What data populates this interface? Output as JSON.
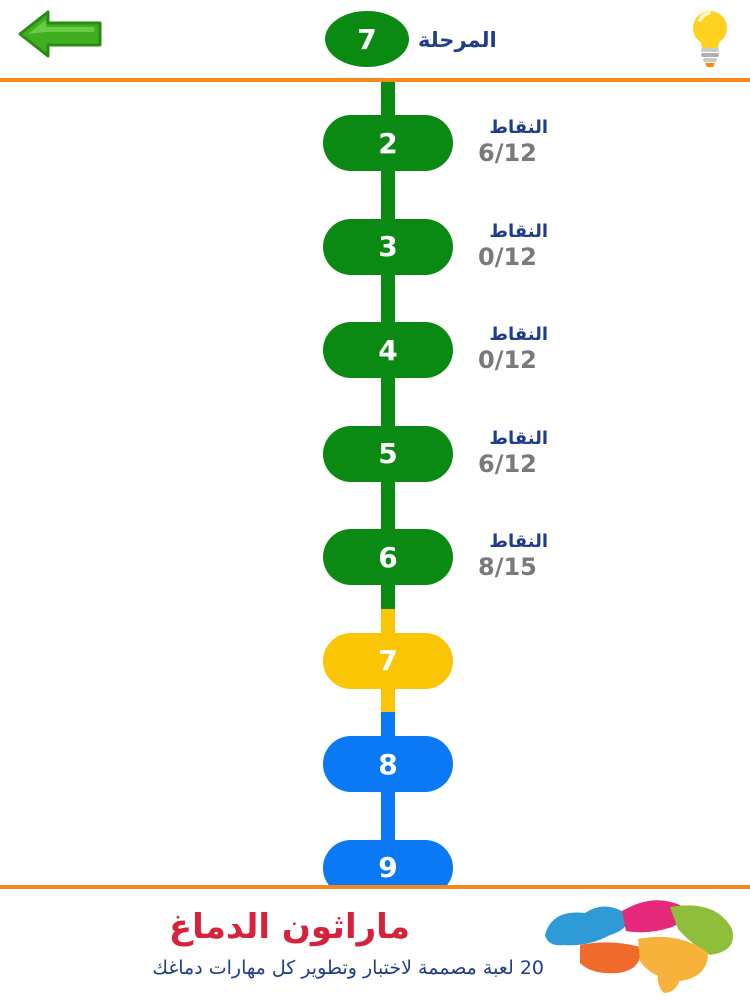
{
  "header": {
    "stage_label": "المرحلة",
    "stage_number": "7",
    "back_icon": "back-arrow-icon",
    "hint_icon": "lightbulb-icon"
  },
  "levels": [
    {
      "number": "2",
      "state": "done",
      "points_label": "النقاط",
      "points": "6/12"
    },
    {
      "number": "3",
      "state": "done",
      "points_label": "النقاط",
      "points": "0/12"
    },
    {
      "number": "4",
      "state": "done",
      "points_label": "النقاط",
      "points": "0/12"
    },
    {
      "number": "5",
      "state": "done",
      "points_label": "النقاط",
      "points": "6/12"
    },
    {
      "number": "6",
      "state": "done",
      "points_label": "النقاط",
      "points": "8/15"
    },
    {
      "number": "7",
      "state": "current"
    },
    {
      "number": "8",
      "state": "locked"
    },
    {
      "number": "9",
      "state": "locked"
    }
  ],
  "footer": {
    "title": "ماراثون الدماغ",
    "subtitle": "20 لعبة مصممة لاختبار وتطوير كل مهارات دماغك",
    "logo_icon": "brain-logo-icon"
  },
  "colors": {
    "done": "#0a8a12",
    "current": "#f9c505",
    "locked": "#0b78f6",
    "rule": "#f08a1c",
    "label": "#1e3d8c",
    "footer_title": "#d6223a"
  }
}
